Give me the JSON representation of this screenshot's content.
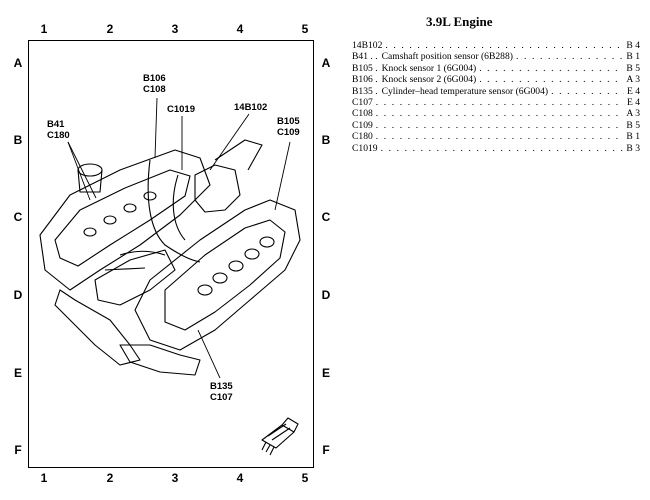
{
  "grid": {
    "columns": [
      "1",
      "2",
      "3",
      "4",
      "5"
    ],
    "rows": [
      "A",
      "B",
      "C",
      "D",
      "E",
      "F"
    ]
  },
  "callouts": [
    {
      "id": "b106-c108",
      "lines": [
        "B106",
        "C108"
      ]
    },
    {
      "id": "c1019",
      "lines": [
        "C1019"
      ]
    },
    {
      "id": "14b102",
      "lines": [
        "14B102"
      ]
    },
    {
      "id": "b41-c180",
      "lines": [
        "B41",
        "C180"
      ]
    },
    {
      "id": "b105-c109",
      "lines": [
        "B105",
        "C109"
      ]
    },
    {
      "id": "b135-c107",
      "lines": [
        "B135",
        "C107"
      ]
    }
  ],
  "index": {
    "title": "3.9L Engine",
    "rows": [
      {
        "code": "14B102",
        "desc": "",
        "ref": "B 4"
      },
      {
        "code": "B41 . .",
        "desc": "Camshaft position sensor (6B288)",
        "ref": "B 1"
      },
      {
        "code": "B105 .",
        "desc": "Knock sensor 1 (6G004)",
        "ref": "B 5"
      },
      {
        "code": "B106 .",
        "desc": "Knock sensor 2 (6G004)",
        "ref": "A 3"
      },
      {
        "code": "B135 .",
        "desc": "Cylinder–head temperature sensor (6G004)",
        "ref": "E 4"
      },
      {
        "code": "C107",
        "desc": "",
        "ref": "E 4"
      },
      {
        "code": "C108",
        "desc": "",
        "ref": "A 3"
      },
      {
        "code": "C109",
        "desc": "",
        "ref": "B 5"
      },
      {
        "code": "C180",
        "desc": "",
        "ref": "B 1"
      },
      {
        "code": "C1019",
        "desc": "",
        "ref": "B 3"
      }
    ]
  }
}
